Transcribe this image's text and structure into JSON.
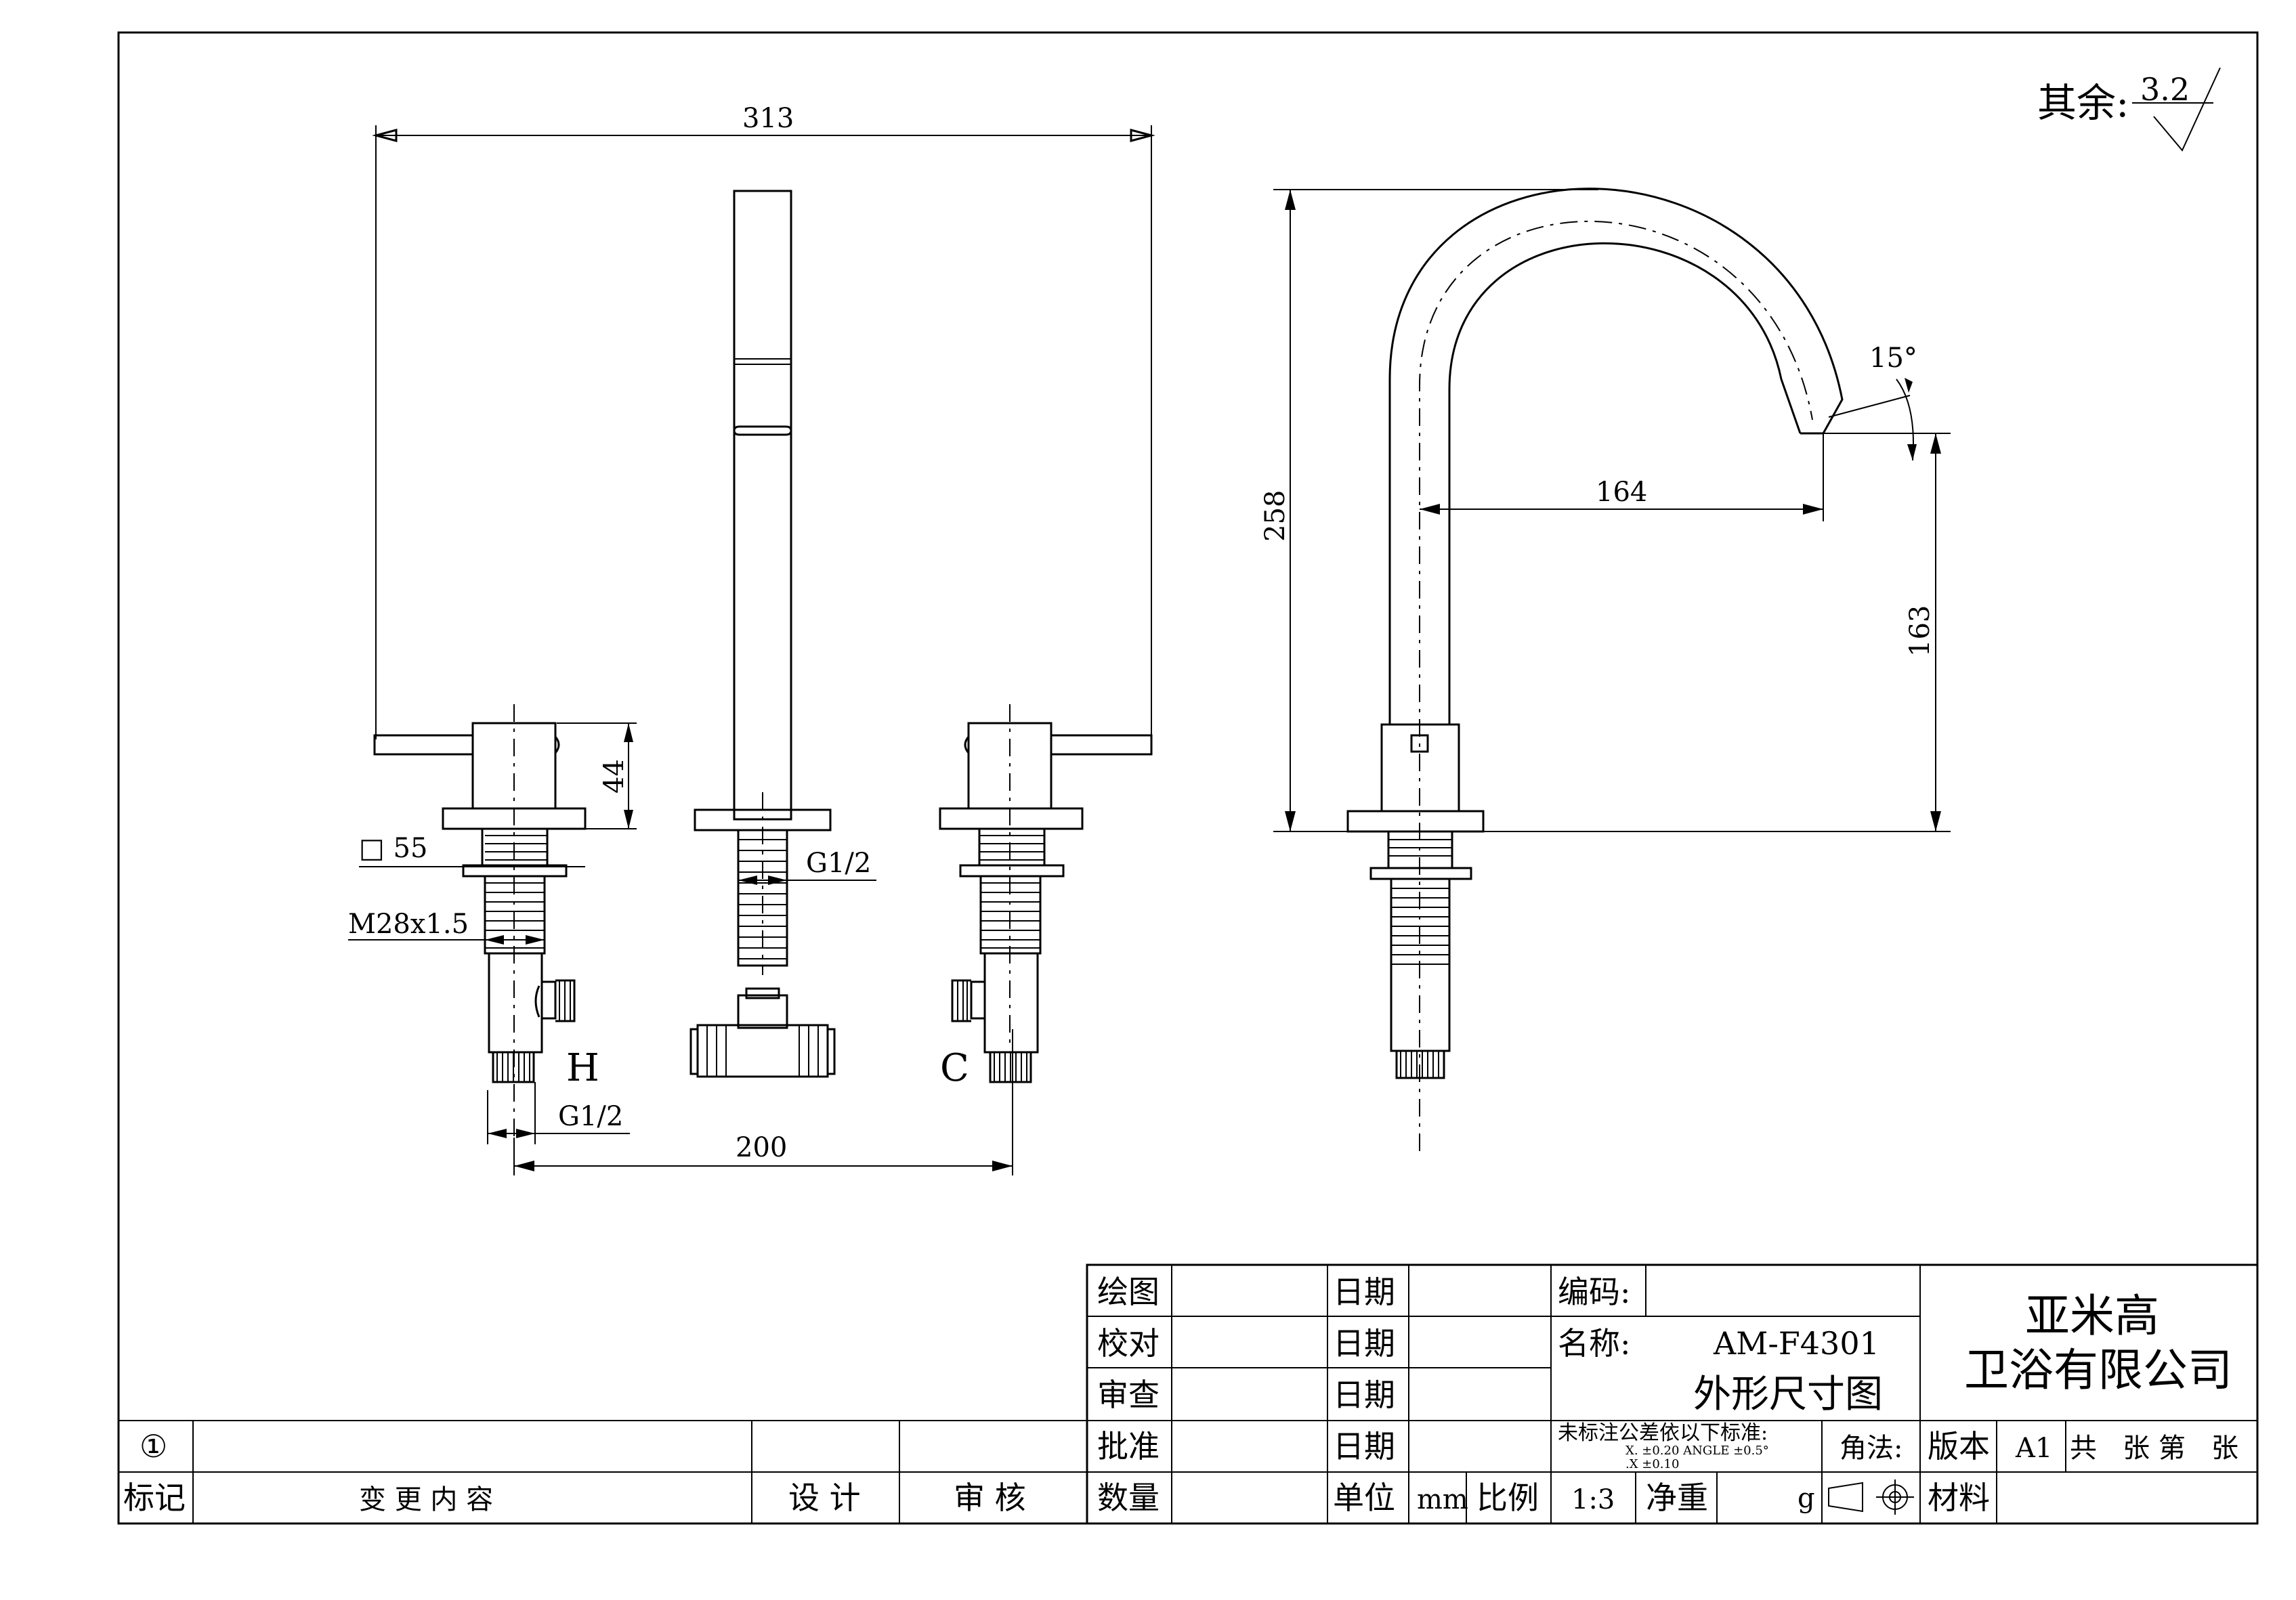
{
  "roughness": {
    "prefix": "其余:",
    "value": "3.2"
  },
  "dimensions": {
    "overall_width": "313",
    "handle_height": "44",
    "square_55": "□ 55",
    "thread_m28": "M28x1.5",
    "thread_g12_center": "G1/2",
    "thread_g12_left": "G1/2",
    "spacing_200": "200",
    "height_258": "258",
    "reach_164": "164",
    "outlet_height_163": "163",
    "angle_15": "15°"
  },
  "valve_labels": {
    "hot": "H",
    "cold": "C"
  },
  "title_block": {
    "draw_label": "绘图",
    "check_label": "校对",
    "review_label": "审查",
    "approve_label": "批准",
    "date_label": "日期",
    "code_label": "编码:",
    "name_label": "名称:",
    "model": "AM-F4301",
    "drawing_title": "外形尺寸图",
    "company_line1": "亚米高",
    "company_line2": "卫浴有限公司",
    "tolerance_title": "未标注公差依以下标准:",
    "tolerance_line1": "X.     ±0.20   ANGLE  ±0.5°",
    "tolerance_line2": ".X     ±0.10",
    "projection_label": "角法:",
    "version_label": "版本",
    "version_value": "A1",
    "sheets_text": "共   张 第   张",
    "quantity_label": "数量",
    "unit_label": "单位",
    "unit_value": "mm",
    "scale_label": "比例",
    "scale_value": "1:3",
    "weight_label": "净重",
    "weight_unit": "g",
    "material_label": "材料"
  },
  "revision_block": {
    "row_mark": "①",
    "mark_label": "标记",
    "change_label": "变 更 内 容",
    "design_label": "设 计",
    "audit_label": "审 核"
  }
}
